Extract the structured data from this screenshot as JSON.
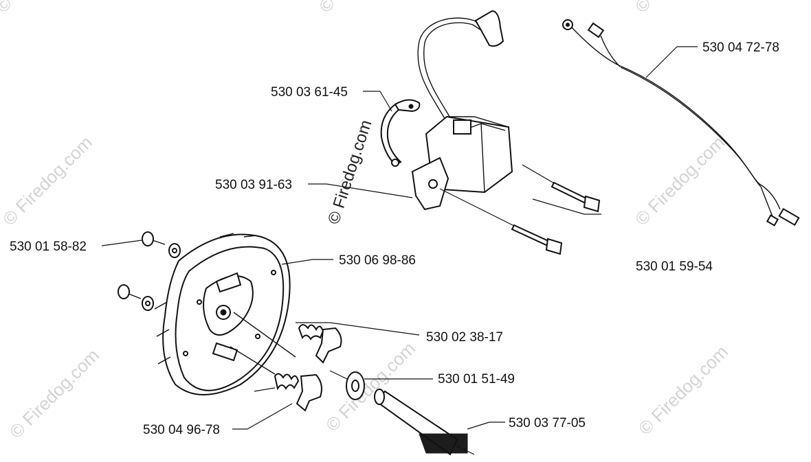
{
  "watermark": {
    "text": "© Firedog.com"
  },
  "parts": [
    {
      "id": "wire-harness",
      "label": "530 04 72-78"
    },
    {
      "id": "coil-clip",
      "label": "530 03 61-45"
    },
    {
      "id": "ignition-module",
      "label": "530 03 91-63"
    },
    {
      "id": "module-screw",
      "label": "530 01 59-54"
    },
    {
      "id": "flywheel-screw",
      "label": "530 01 58-82"
    },
    {
      "id": "flywheel",
      "label": "530 06 98-86"
    },
    {
      "id": "pawl-spring",
      "label": "530 02 38-17"
    },
    {
      "id": "washer",
      "label": "530 01 51-49"
    },
    {
      "id": "pawl",
      "label": "530 04 96-78"
    },
    {
      "id": "sleeve",
      "label": "530 03 77-05"
    }
  ],
  "colors": {
    "line": "#111111",
    "watermark": "#d3d3d3",
    "background": "#ffffff"
  }
}
